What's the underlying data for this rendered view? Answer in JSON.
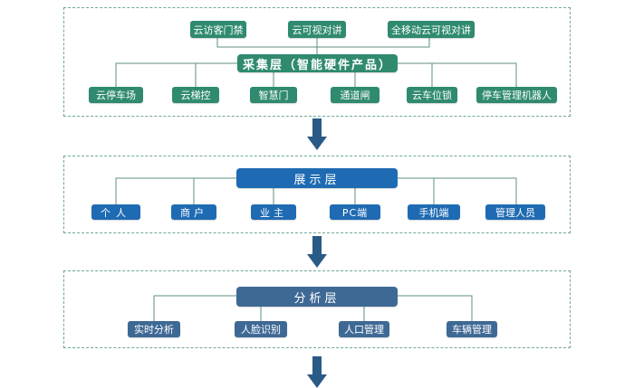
{
  "colors": {
    "border": "#6fa79a",
    "green": "#2f8a70",
    "blue": "#1f6bb3",
    "steel": "#3f6995",
    "arrow": "#2a5a86",
    "line": "#5d8f86"
  },
  "collection_layer": {
    "title": "采集层（智能硬件产品）",
    "top_items": [
      "云访客门禁",
      "云可视对讲",
      "全移动云可视对讲"
    ],
    "bottom_items": [
      "云停车场",
      "云梯控",
      "智慧门",
      "通道闸",
      "云车位锁",
      "停车管理机器人"
    ]
  },
  "display_layer": {
    "title": "展示层",
    "items": [
      "个人",
      "商户",
      "业主",
      "PC端",
      "手机端",
      "管理人员"
    ]
  },
  "analysis_layer": {
    "title": "分析层",
    "items": [
      "实时分析",
      "人脸识别",
      "人口管理",
      "车辆管理"
    ]
  }
}
